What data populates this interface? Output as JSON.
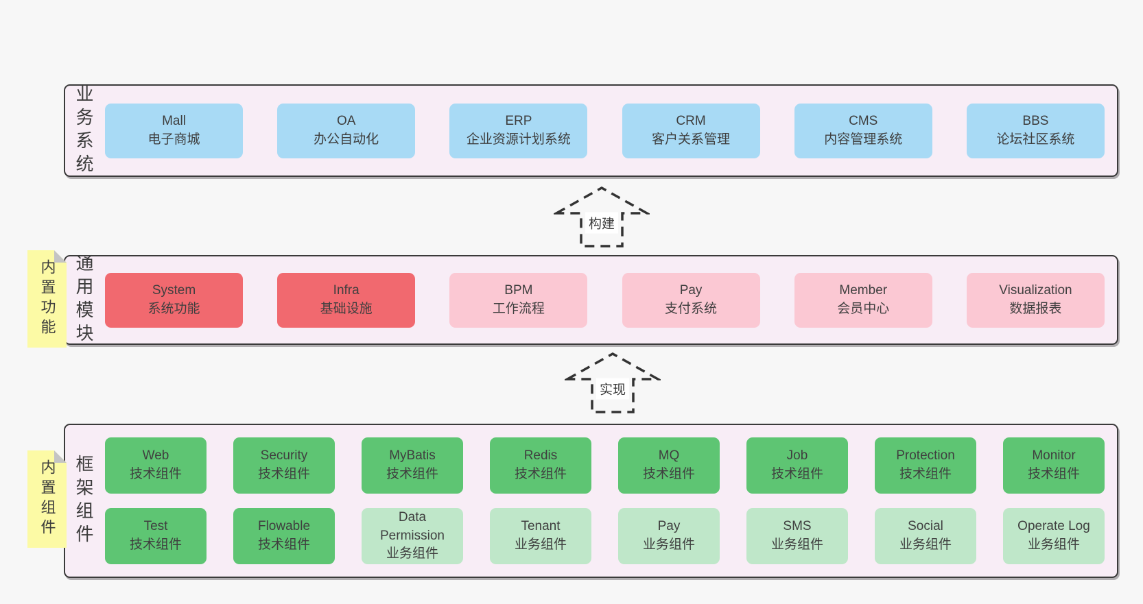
{
  "colors": {
    "page_bg": "#f7f7f7",
    "panel_bg": "#f8edf6",
    "panel_border": "#3a3a3a",
    "blue_box": "#a8daf5",
    "red_box": "#f1696f",
    "pink_box": "#fbc8d3",
    "green_box": "#5ec573",
    "light_green_box": "#bfe7c9",
    "tag_bg": "#fcfaa5",
    "tag_fold": "#c4c4c4",
    "text": "#3f3f3f"
  },
  "panels": {
    "business": {
      "label": "业务系统",
      "boxes": [
        {
          "title": "Mall",
          "subtitle": "电子商城",
          "variant": "blue"
        },
        {
          "title": "OA",
          "subtitle": "办公自动化",
          "variant": "blue"
        },
        {
          "title": "ERP",
          "subtitle": "企业资源计划系统",
          "variant": "blue"
        },
        {
          "title": "CRM",
          "subtitle": "客户关系管理",
          "variant": "blue"
        },
        {
          "title": "CMS",
          "subtitle": "内容管理系统",
          "variant": "blue"
        },
        {
          "title": "BBS",
          "subtitle": "论坛社区系统",
          "variant": "blue"
        }
      ]
    },
    "modules": {
      "label": "通用模块",
      "tag": "内置功能",
      "boxes": [
        {
          "title": "System",
          "subtitle": "系统功能",
          "variant": "red"
        },
        {
          "title": "Infra",
          "subtitle": "基础设施",
          "variant": "red"
        },
        {
          "title": "BPM",
          "subtitle": "工作流程",
          "variant": "pink"
        },
        {
          "title": "Pay",
          "subtitle": "支付系统",
          "variant": "pink"
        },
        {
          "title": "Member",
          "subtitle": "会员中心",
          "variant": "pink"
        },
        {
          "title": "Visualization",
          "subtitle": "数据报表",
          "variant": "pink"
        }
      ]
    },
    "framework": {
      "label": "框架组件",
      "tag": "内置组件",
      "row1": [
        {
          "title": "Web",
          "subtitle": "技术组件",
          "variant": "green"
        },
        {
          "title": "Security",
          "subtitle": "技术组件",
          "variant": "green"
        },
        {
          "title": "MyBatis",
          "subtitle": "技术组件",
          "variant": "green"
        },
        {
          "title": "Redis",
          "subtitle": "技术组件",
          "variant": "green"
        },
        {
          "title": "MQ",
          "subtitle": "技术组件",
          "variant": "green"
        },
        {
          "title": "Job",
          "subtitle": "技术组件",
          "variant": "green"
        },
        {
          "title": "Protection",
          "subtitle": "技术组件",
          "variant": "green"
        },
        {
          "title": "Monitor",
          "subtitle": "技术组件",
          "variant": "green"
        }
      ],
      "row2": [
        {
          "title": "Test",
          "subtitle": "技术组件",
          "variant": "green"
        },
        {
          "title": "Flowable",
          "subtitle": "技术组件",
          "variant": "green"
        },
        {
          "title": "Data Permission",
          "subtitle": "业务组件",
          "variant": "light-green"
        },
        {
          "title": "Tenant",
          "subtitle": "业务组件",
          "variant": "light-green"
        },
        {
          "title": "Pay",
          "subtitle": "业务组件",
          "variant": "light-green"
        },
        {
          "title": "SMS",
          "subtitle": "业务组件",
          "variant": "light-green"
        },
        {
          "title": "Social",
          "subtitle": "业务组件",
          "variant": "light-green"
        },
        {
          "title": "Operate Log",
          "subtitle": "业务组件",
          "variant": "light-green"
        }
      ]
    }
  },
  "arrows": {
    "build": {
      "label": "构建"
    },
    "implement": {
      "label": "实现"
    }
  }
}
